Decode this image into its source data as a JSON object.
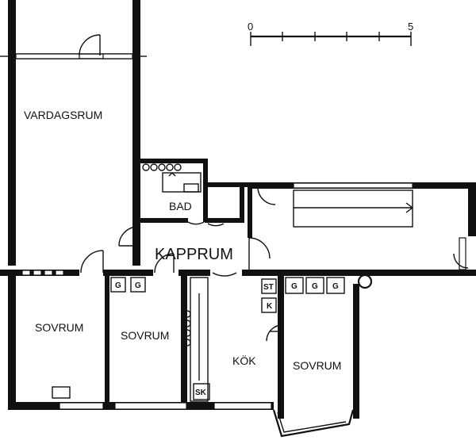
{
  "rooms": {
    "vardagsrum": "VARDAGSRUM",
    "bad": "BAD",
    "kapprum": "KAPPRUM",
    "sovrum_1": "SOVRUM",
    "sovrum_2": "SOVRUM",
    "kok": "KÖK",
    "sovrum_3": "SOVRUM"
  },
  "fixtures": {
    "garderob": "G",
    "stadskap": "ST",
    "kylskap": "K",
    "skafferi": "SK"
  },
  "scale": {
    "start": "0",
    "end": "5"
  }
}
